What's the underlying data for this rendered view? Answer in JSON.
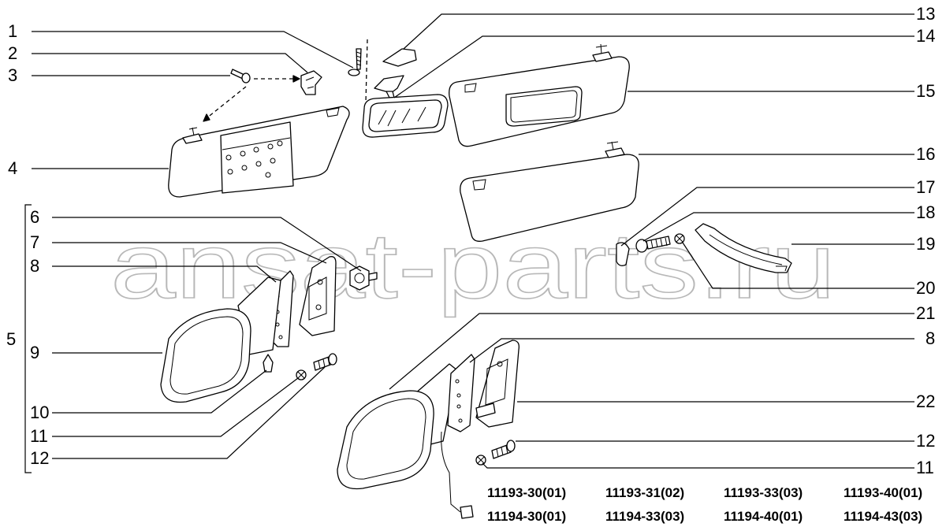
{
  "callouts_left": [
    "1",
    "2",
    "3",
    "4",
    "5",
    "6",
    "7",
    "8",
    "9",
    "10",
    "11",
    "12"
  ],
  "callouts_right": [
    "13",
    "14",
    "15",
    "16",
    "17",
    "18",
    "19",
    "20",
    "21",
    "8",
    "22",
    "12",
    "11"
  ],
  "watermark": "ansat-parts.ru",
  "part_codes": {
    "row1": [
      "11193-30(01)",
      "11193-31(02)",
      "11193-33(03)",
      "11193-40(01)"
    ],
    "row2": [
      "11194-30(01)",
      "11194-33(03)",
      "11194-40(01)",
      "11194-43(03)"
    ]
  }
}
